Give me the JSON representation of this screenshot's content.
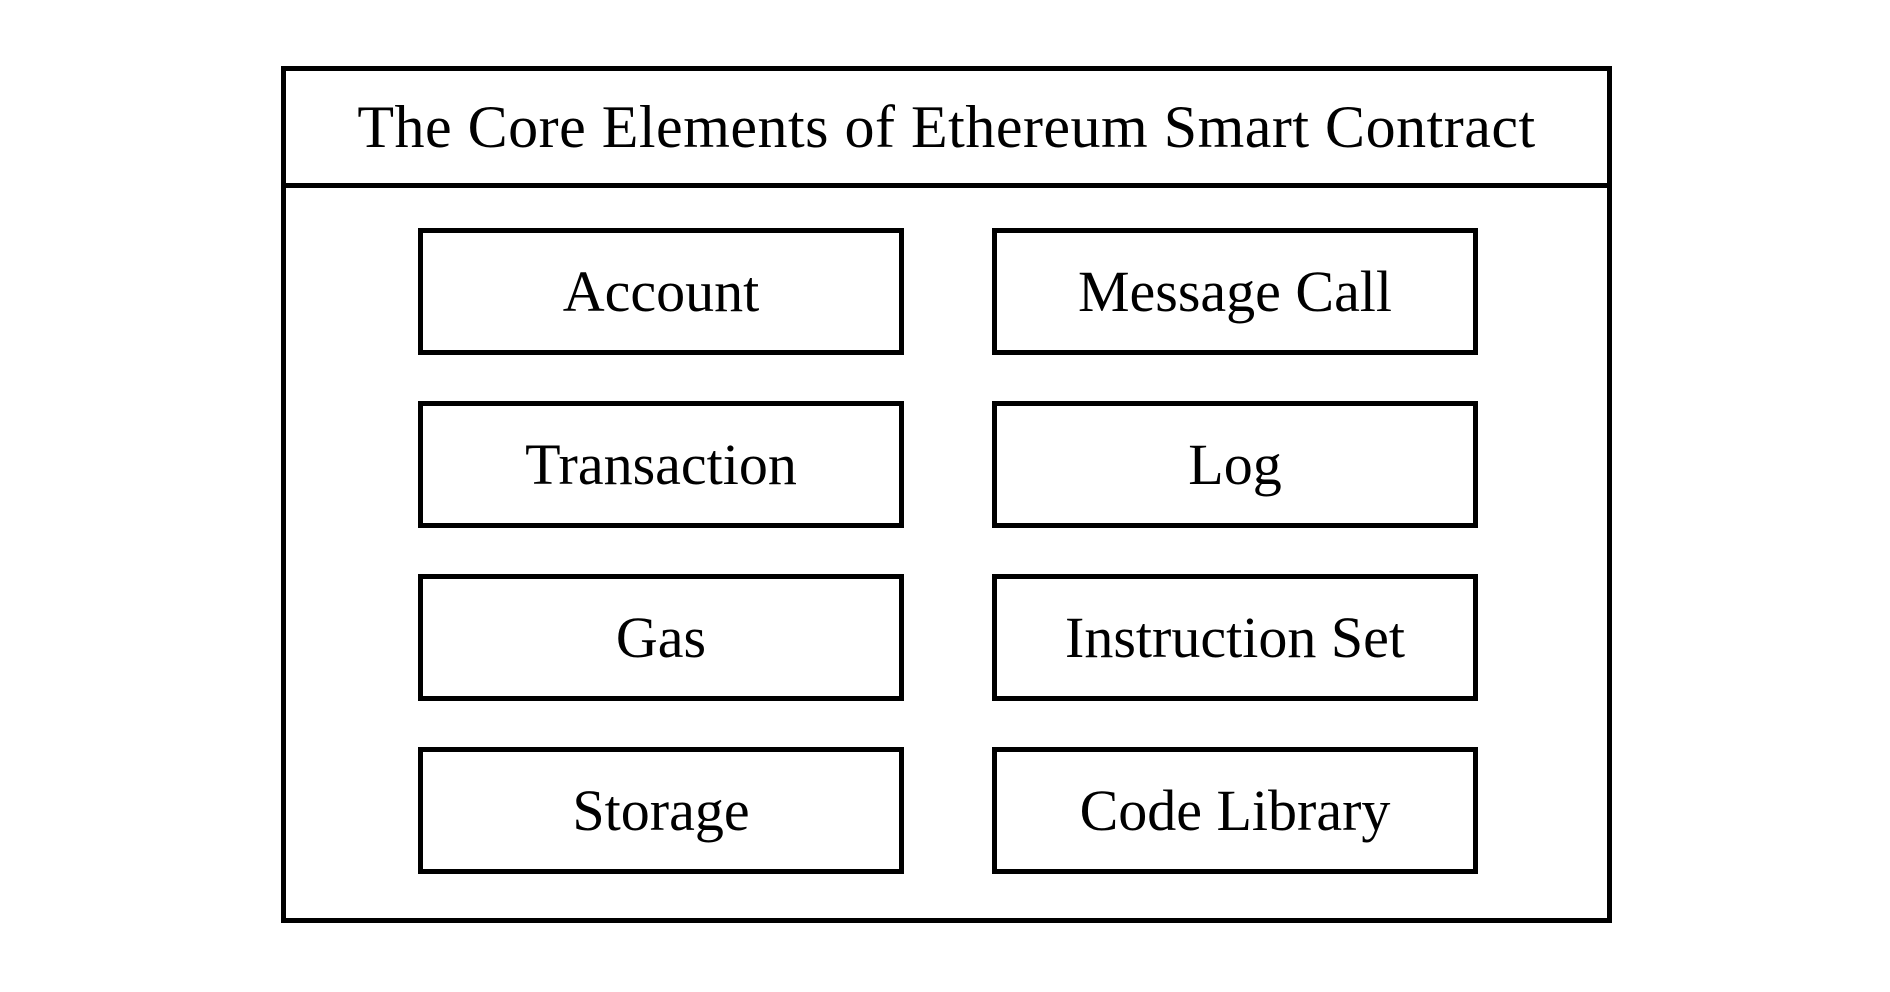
{
  "title": "The Core Elements of Ethereum Smart Contract",
  "boxes": [
    {
      "label": "Account"
    },
    {
      "label": "Message Call"
    },
    {
      "label": "Transaction"
    },
    {
      "label": "Log"
    },
    {
      "label": "Gas"
    },
    {
      "label": "Instruction Set"
    },
    {
      "label": "Storage"
    },
    {
      "label": "Code Library"
    }
  ],
  "colors": {
    "border": "#000000",
    "background": "#ffffff",
    "text": "#000000"
  }
}
